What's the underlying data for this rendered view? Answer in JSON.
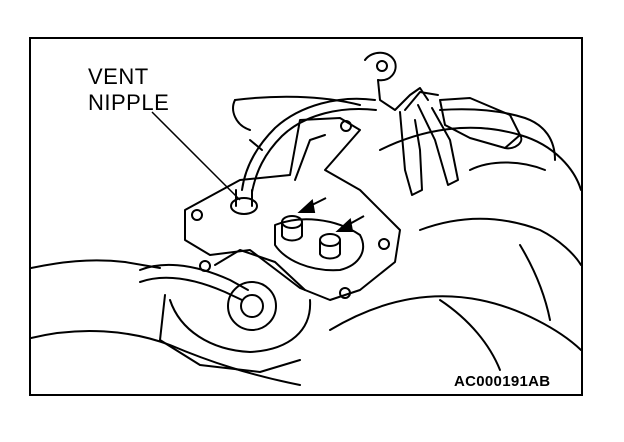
{
  "callout": {
    "line1": "VENT",
    "line2": "NIPPLE"
  },
  "figure_id": "AC000191AB",
  "colors": {
    "line": "#000000",
    "background": "#ffffff"
  }
}
